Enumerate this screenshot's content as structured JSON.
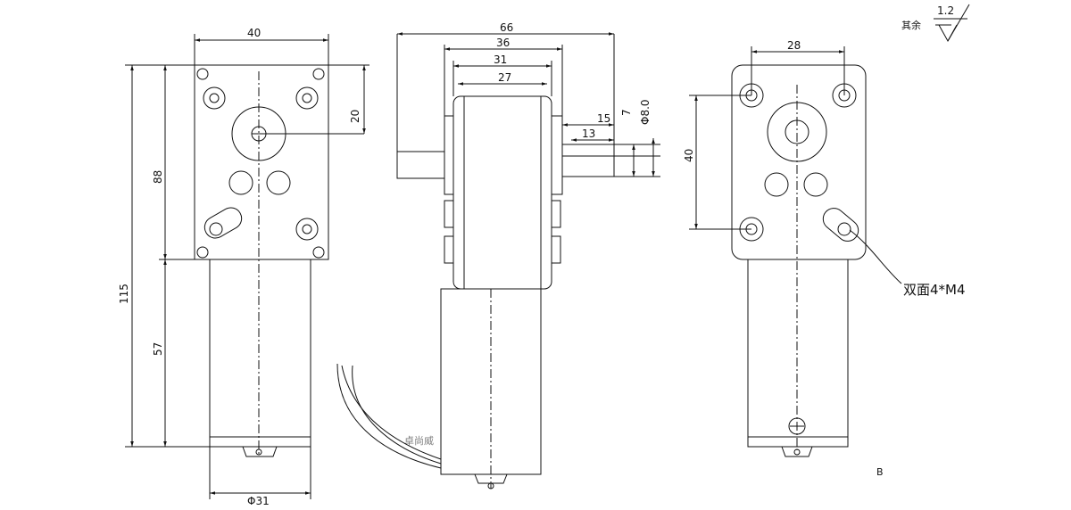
{
  "drawing": {
    "roughness": {
      "label": "其余",
      "value": "1.2"
    },
    "front_view": {
      "width_top": "40",
      "height_total": "115",
      "height_gearbox": "88",
      "height_motor": "57",
      "offset_shaft": "20",
      "diameter_motor": "Φ31"
    },
    "side_view": {
      "overall": "66",
      "d36": "36",
      "d31": "31",
      "d27": "27",
      "d15": "15",
      "d13": "13",
      "d7": "7",
      "shaft_dia": "Φ8.0",
      "stamp": "卓尚威"
    },
    "back_view": {
      "hole_spacing_x": "28",
      "hole_spacing_y": "40",
      "thread_note": "双面4*M4"
    },
    "corner_mark": "B"
  }
}
